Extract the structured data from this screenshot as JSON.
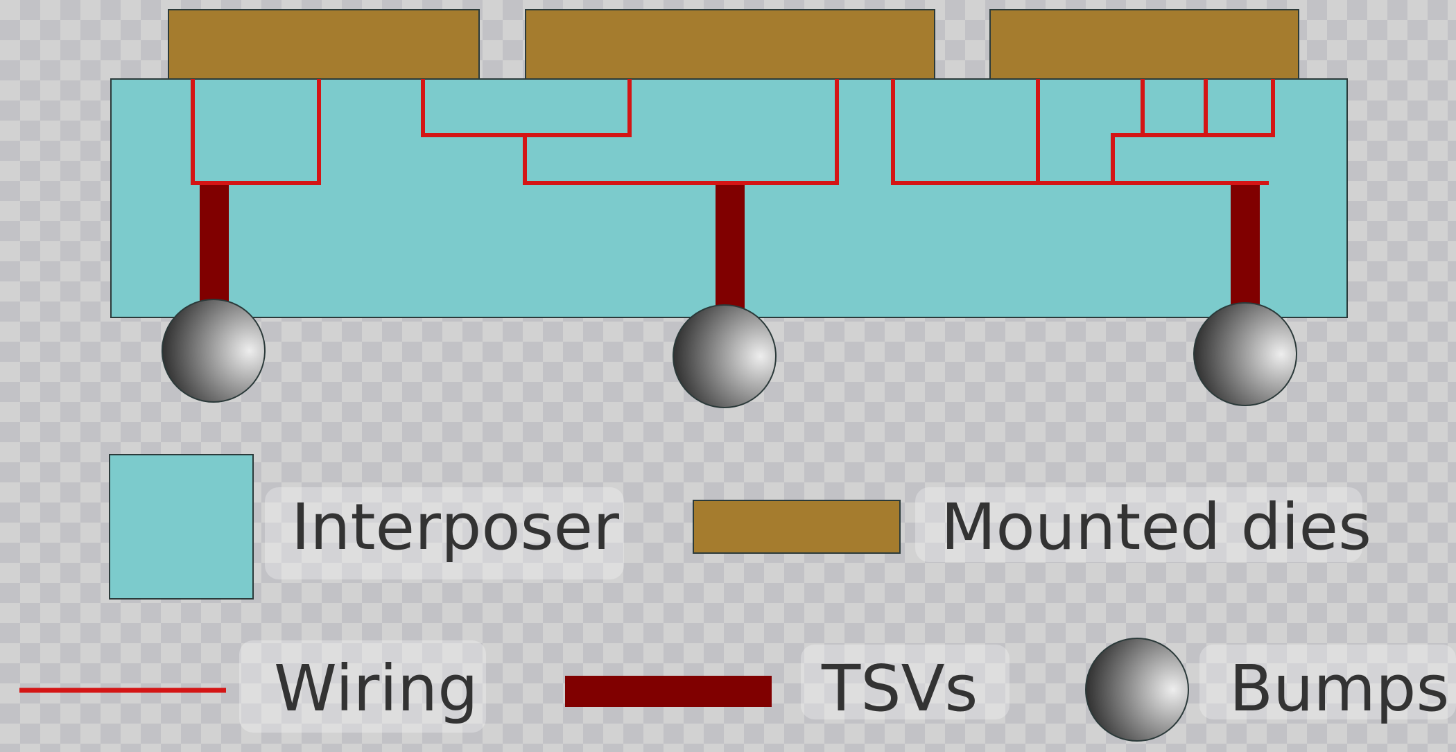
{
  "colors": {
    "interposer": "#7ccbcc",
    "die": "#a57c2e",
    "wiring": "#d41515",
    "tsv": "#800000",
    "outline": "#2b3a3a",
    "bump_light": "#eeeeee",
    "bump_dark": "#1a1a1a"
  },
  "legend": {
    "interposer": "Interposer",
    "dies": "Mounted dies",
    "wiring": "Wiring",
    "tsvs": "TSVs",
    "bumps": "Bumps"
  }
}
